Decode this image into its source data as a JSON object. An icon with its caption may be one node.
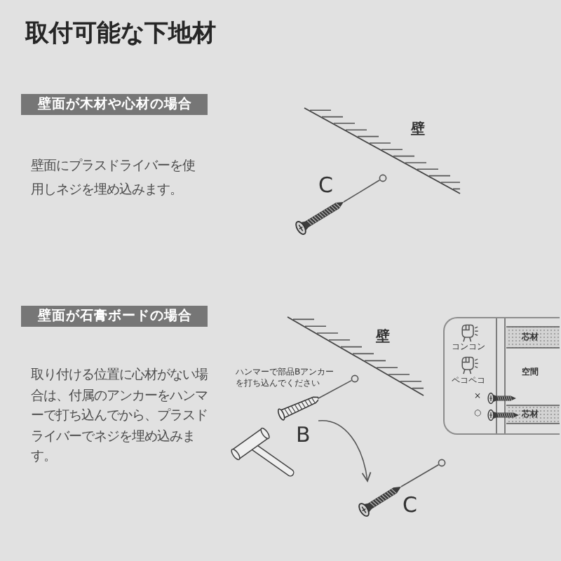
{
  "diagram": {
    "title": "取付可能な下地材",
    "nodes": [
      {
        "text": [
          "壁面が木材や心材の場合"
        ]
      },
      {
        "text": [],
        "shape": "picture",
        "beside": [
          "C"
        ]
      },
      {
        "text": [],
        "shape": "circle"
      },
      {
        "text": [
          "壁面が石膏ボードの場合"
        ]
      },
      {
        "text": [],
        "shape": "picture",
        "beside": [
          "B"
        ]
      },
      {
        "text": [],
        "shape": "circle"
      },
      {
        "text": [],
        "shape": "picture",
        "beside": [
          "C"
        ]
      },
      {
        "text": [],
        "shape": "circle"
      },
      {
        "text": [
          "芯材",
          "コンコン",
          "空間",
          "ペコペコ",
          "×",
          "○",
          "芯材"
        ]
      }
    ],
    "edges": [
      {
        "from": 1,
        "to": 2,
        "arrow": "none"
      },
      {
        "from": 4,
        "to": 5,
        "arrow": "none"
      },
      {
        "from": 4,
        "to": 6,
        "arrow": "to"
      },
      {
        "from": 6,
        "to": 7,
        "arrow": "none"
      }
    ],
    "labels": [
      "壁面にプラスドライバーを使用しネジを埋め込みます。",
      "壁",
      "取り付ける位置に心材がない場合は、付属のアンカーをハンマーで打ち込んでから、プラスドライバーでネジを埋め込みます。",
      "壁",
      "ハンマーで部品Bアンカーを打ち込んでください"
    ]
  }
}
